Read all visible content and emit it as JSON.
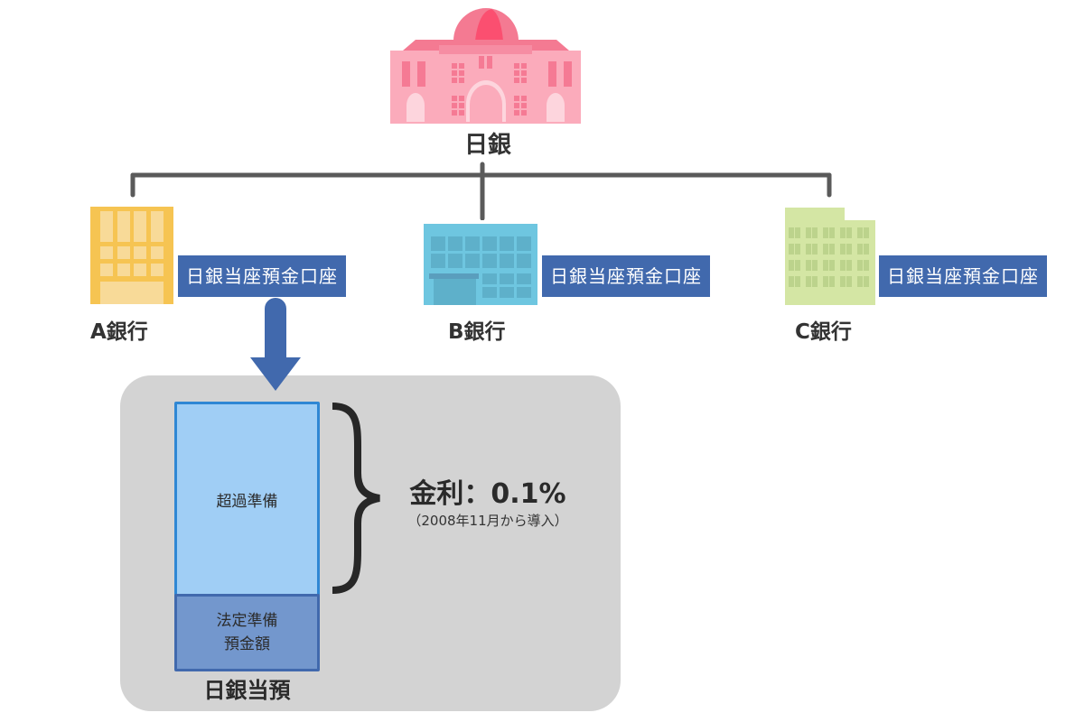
{
  "central_bank": {
    "label": "日銀",
    "icon": "central-bank-building-icon"
  },
  "banks": [
    {
      "label": "A銀行",
      "account": "日銀当座預金口座",
      "icon": "office-building-icon",
      "color": "#f6c452"
    },
    {
      "label": "B銀行",
      "account": "日銀当座預金口座",
      "icon": "office-building-icon",
      "color": "#6ec6e0"
    },
    {
      "label": "C銀行",
      "account": "日銀当座預金口座",
      "icon": "office-building-icon",
      "color": "#d4e6a4"
    }
  ],
  "reserves": {
    "title": "日銀当預",
    "excess_label": "超過準備",
    "legal_label_line1": "法定準備",
    "legal_label_line2": "預金額",
    "rate": "金利：0.1%",
    "rate_note": "（2008年11月から導入）"
  },
  "colors": {
    "account_tag": "#4169ad",
    "arrow": "#4169ad",
    "connector": "#5a5a5a",
    "panel": "#d3d3d3",
    "excess_fill": "#a0cef5",
    "excess_border": "#2f87d4",
    "legal_fill": "#7397cd"
  }
}
